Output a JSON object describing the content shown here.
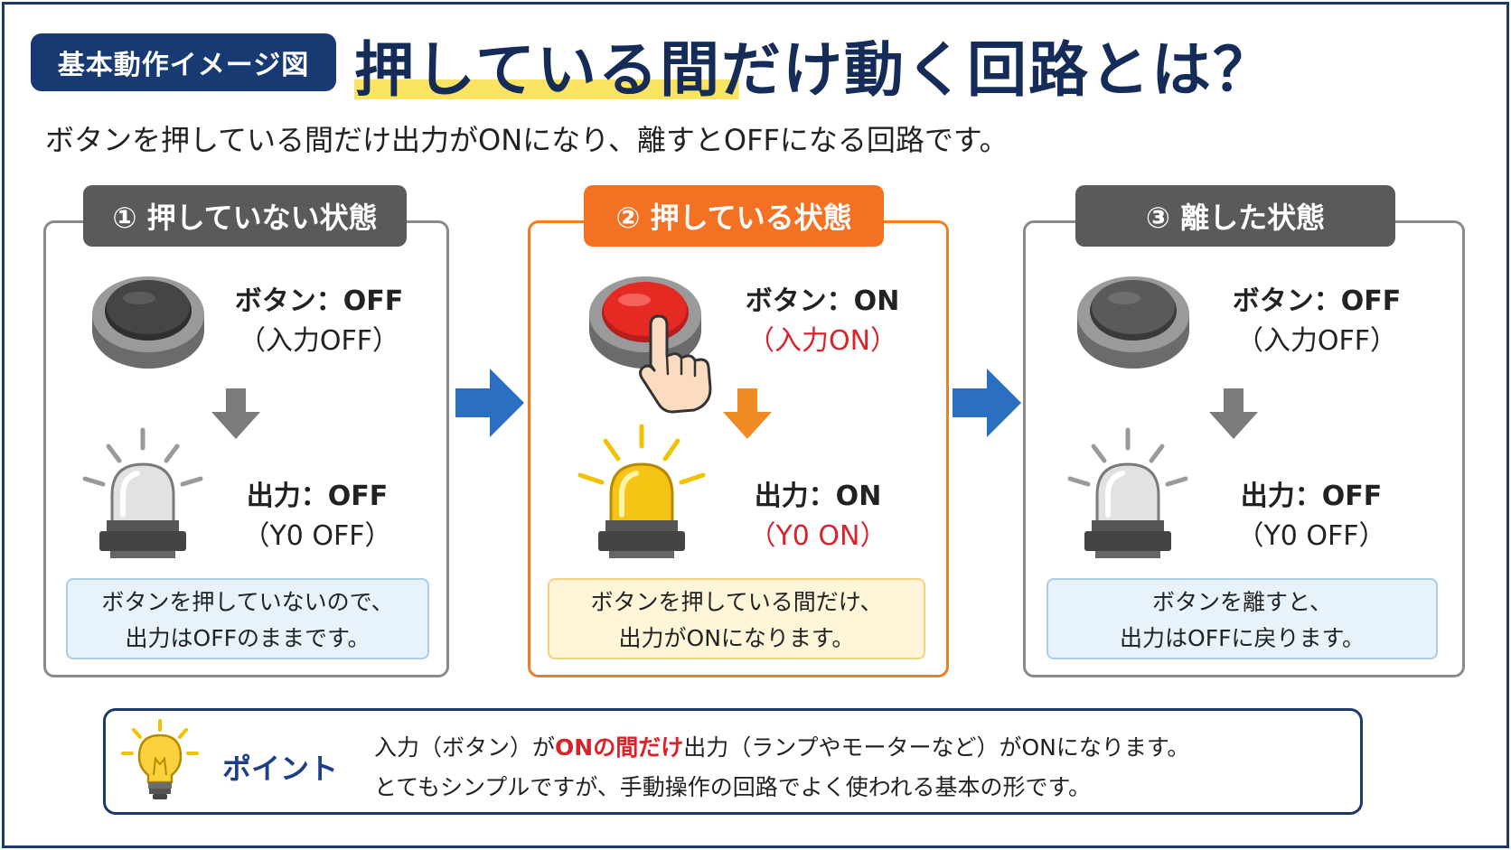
{
  "header": {
    "badge": "基本動作イメージ図",
    "title": "押している間だけ動く回路とは？",
    "subtitle": "ボタンを押している間だけ出力がONになり、離すとOFFになる回路です。"
  },
  "panels": [
    {
      "tab": "① 押していない状態",
      "button_label": "ボタン：OFF",
      "button_sub": "（入力OFF）",
      "output_label": "出力：OFF",
      "output_sub": "（Y0 OFF）",
      "note_line1": "ボタンを押していないので、",
      "note_line2": "出力はOFFのままです。"
    },
    {
      "tab": "② 押している状態",
      "button_label": "ボタン：ON",
      "button_sub": "（入力ON）",
      "output_label": "出力：ON",
      "output_sub": "（Y0 ON）",
      "note_line1": "ボタンを押している間だけ、",
      "note_line2": "出力がONになります。"
    },
    {
      "tab": "③ 離した状態",
      "button_label": "ボタン：OFF",
      "button_sub": "（入力OFF）",
      "output_label": "出力：OFF",
      "output_sub": "（Y0 OFF）",
      "note_line1": "ボタンを離すと、",
      "note_line2": "出力はOFFに戻ります。"
    }
  ],
  "point": {
    "label": "ポイント",
    "line1_pre": "入力（ボタン）が",
    "line1_hl": "ONの間だけ",
    "line1_post": "出力（ランプやモーターなど）がONになります。",
    "line2": "とてもシンプルですが、手動操作の回路でよく使われる基本の形です。"
  },
  "colors": {
    "navy": "#173a73",
    "orange": "#f27122",
    "gray_tab": "#5a5a5a",
    "red": "#d9232b",
    "blue_arrow": "#2a6fc0",
    "highlight": "#fbe463"
  },
  "icons": [
    "push-button-icon",
    "pressing-hand-icon",
    "signal-lamp-icon",
    "down-arrow-icon",
    "right-arrow-icon",
    "light-bulb-icon"
  ]
}
